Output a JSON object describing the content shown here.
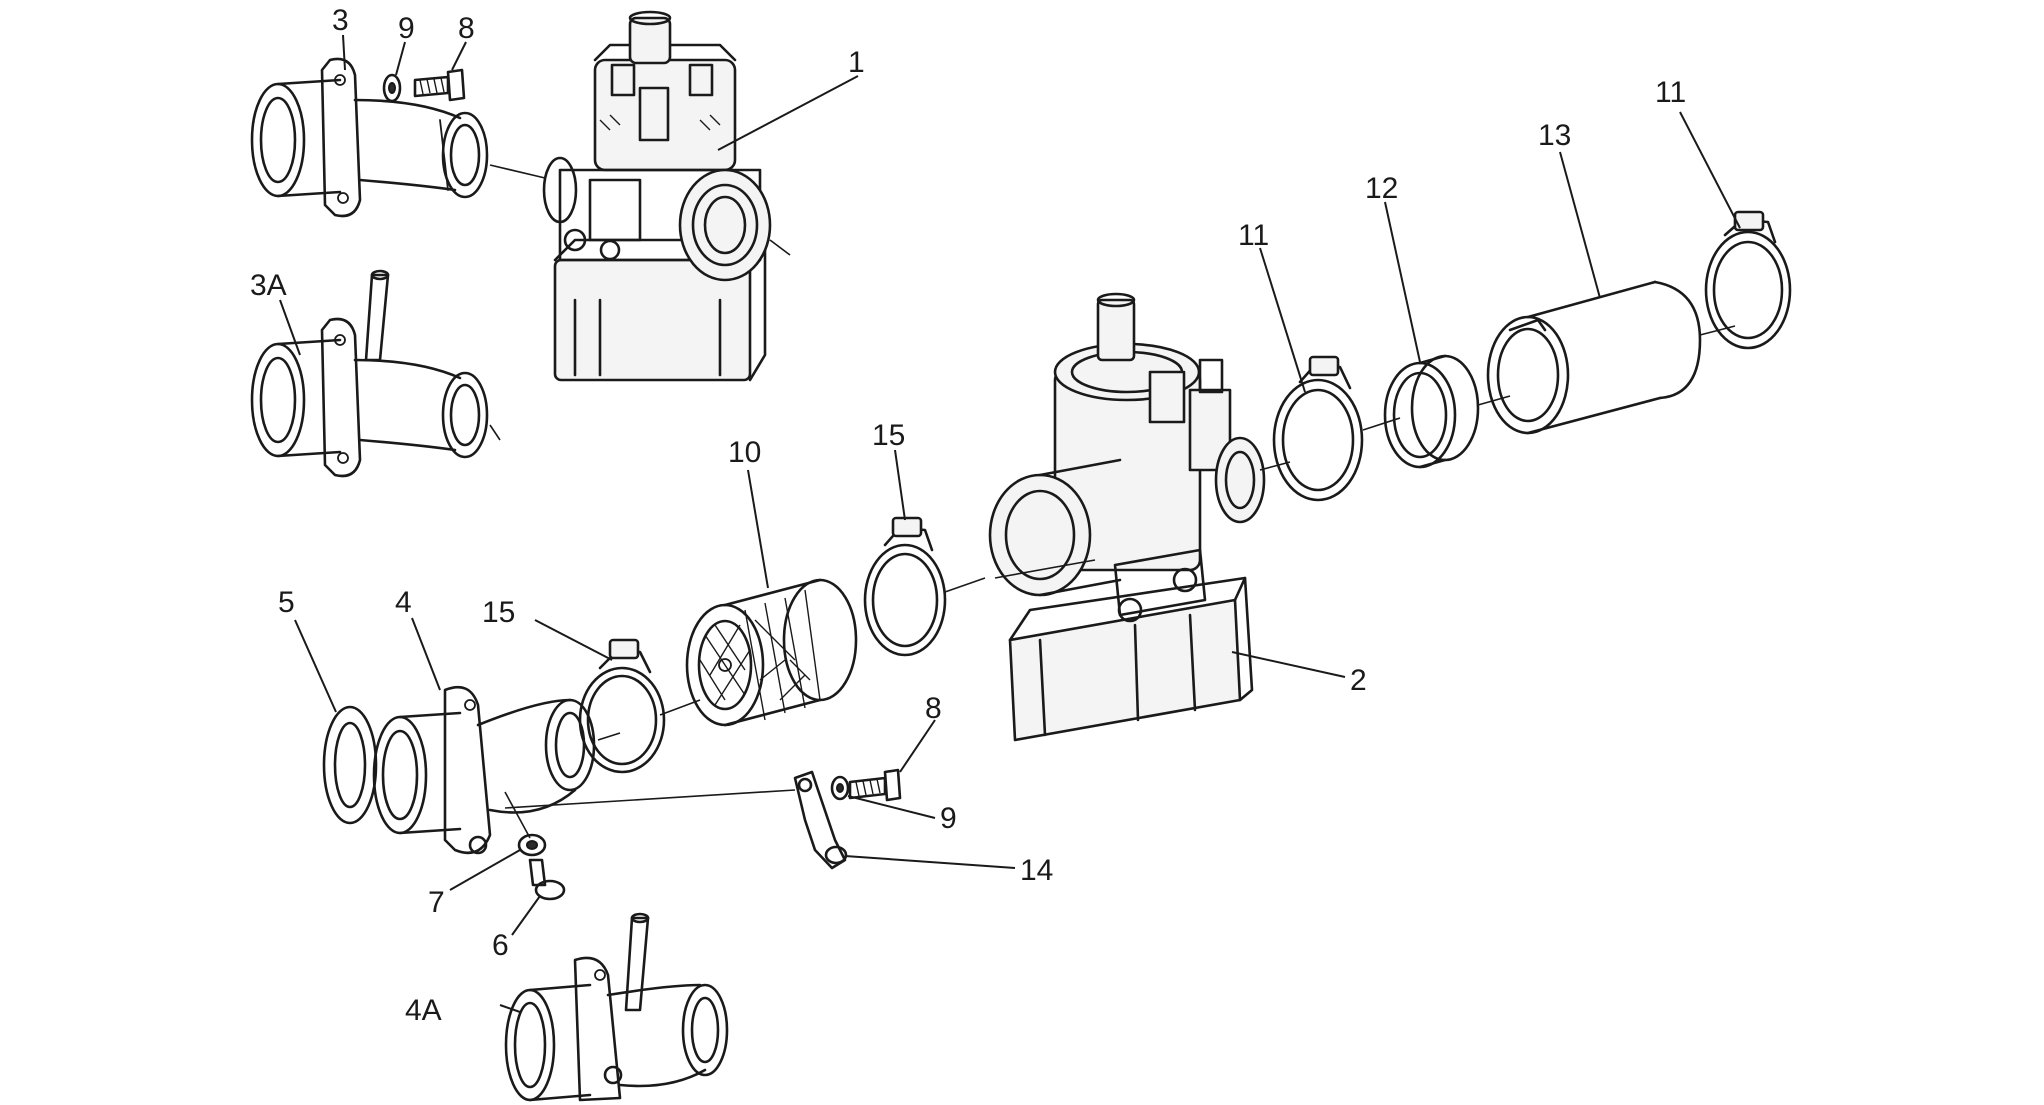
{
  "diagram": {
    "callouts": {
      "c1": "1",
      "c2": "2",
      "c3": "3",
      "c3a": "3A",
      "c4": "4",
      "c4a": "4A",
      "c5": "5",
      "c6": "6",
      "c7": "7",
      "c8_top": "8",
      "c8_mid": "8",
      "c9_top": "9",
      "c9_mid": "9",
      "c10": "10",
      "c11_left": "11",
      "c11_right": "11",
      "c12": "12",
      "c13": "13",
      "c14": "14",
      "c15_left": "15",
      "c15_right": "15"
    }
  }
}
